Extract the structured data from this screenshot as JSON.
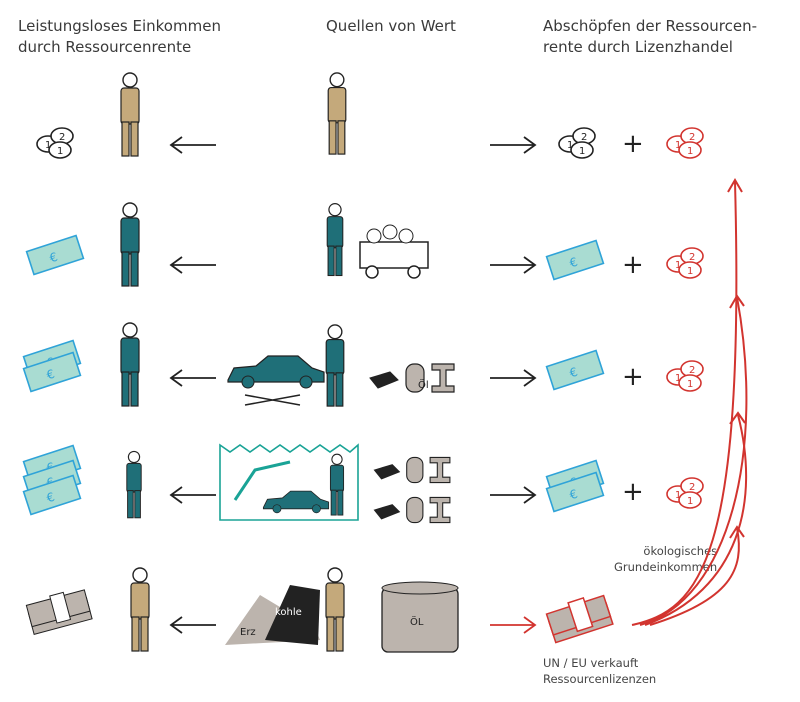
{
  "headers": {
    "left": [
      "Leistungsloses Einkommen",
      "durch Ressourcenrente"
    ],
    "center": "Quellen von Wert",
    "right": [
      "Abschöpfen der Ressourcen-",
      "rente durch Lizenzhandel"
    ]
  },
  "annotations": {
    "basic_income": [
      "ökologisches",
      "Grundeinkommen"
    ],
    "license_sale": [
      "UN / EU verkauft",
      "Ressourcenlizenzen"
    ]
  },
  "resource_labels": {
    "oil": "Öl",
    "ore": "Erz",
    "coal": "kohle",
    "tank": "ÖL"
  },
  "plus_sign": "+",
  "colors": {
    "teal": "#1f6f78",
    "khaki": "#c4a97b",
    "bill": "#a9dcd2",
    "bill_border": "#2fa3d8",
    "gray": "#bcb4ad",
    "red": "#d2342f"
  }
}
